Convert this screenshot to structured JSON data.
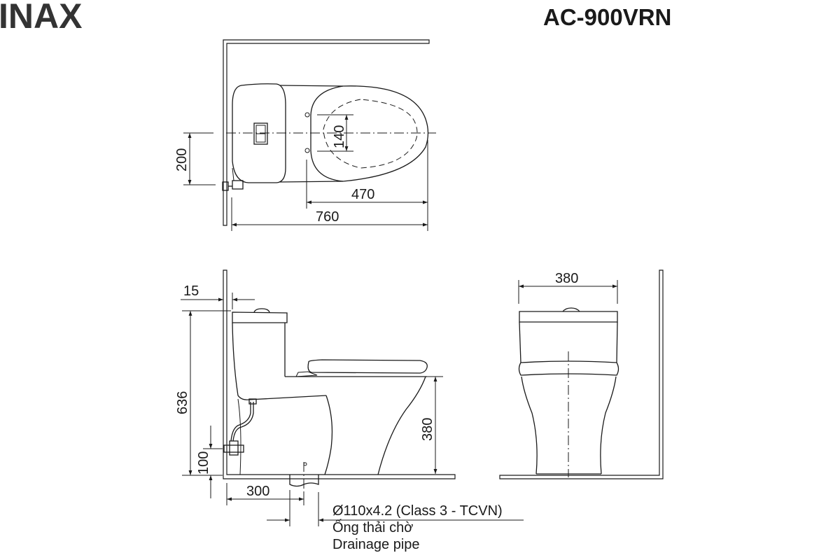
{
  "header": {
    "brand": "INAX",
    "model": "AC-900VRN"
  },
  "top_view": {
    "dim_200": "200",
    "dim_140": "140",
    "dim_470": "470",
    "dim_760": "760"
  },
  "side_view": {
    "dim_15": "15",
    "dim_636": "636",
    "dim_100": "100",
    "dim_380": "380",
    "dim_300": "300"
  },
  "front_view": {
    "dim_380": "380"
  },
  "drain_note": {
    "spec": "Ø110x4.2 (Class 3 - TCVN)",
    "label_vi": "Ống thải chờ",
    "label_en": "Drainage pipe"
  },
  "colors": {
    "line": "#1a1a1a",
    "brand": "#333333",
    "background": "#ffffff"
  }
}
